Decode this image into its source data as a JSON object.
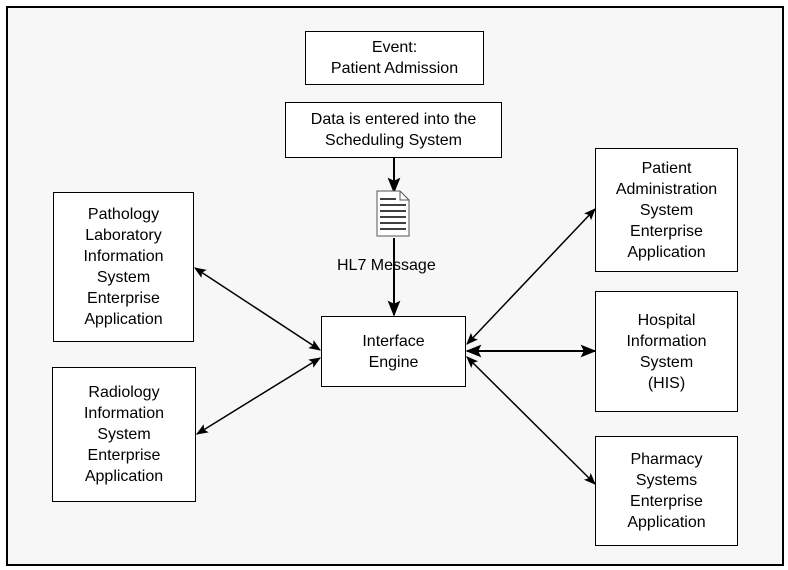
{
  "diagram": {
    "title": "HL7 message flow for Patient Admission event",
    "nodes": {
      "event": {
        "text": "Event:\nPatient Admission"
      },
      "scheduling": {
        "text": "Data is entered into the\nScheduling System"
      },
      "interface_engine": {
        "text": "Interface\nEngine"
      },
      "pathology": {
        "text": "Pathology\nLaboratory\nInformation\nSystem\nEnterprise\nApplication"
      },
      "radiology": {
        "text": "Radiology\nInformation\nSystem\nEnterprise\nApplication"
      },
      "patient_admin": {
        "text": "Patient\nAdministration\nSystem\nEnterprise\nApplication"
      },
      "his": {
        "text": "Hospital\nInformation\nSystem\n(HIS)"
      },
      "pharmacy": {
        "text": "Pharmacy\nSystems\nEnterprise\nApplication"
      }
    },
    "message_label": "HL7 Message",
    "message_icon": "document-icon",
    "edges": [
      {
        "from": "scheduling",
        "to": "hl7-message",
        "type": "one-way"
      },
      {
        "from": "hl7-message",
        "to": "interface_engine",
        "type": "one-way"
      },
      {
        "from": "pathology",
        "to": "interface_engine",
        "type": "bidirectional"
      },
      {
        "from": "radiology",
        "to": "interface_engine",
        "type": "bidirectional"
      },
      {
        "from": "interface_engine",
        "to": "patient_admin",
        "type": "bidirectional"
      },
      {
        "from": "interface_engine",
        "to": "his",
        "type": "bidirectional"
      },
      {
        "from": "interface_engine",
        "to": "pharmacy",
        "type": "bidirectional"
      }
    ]
  }
}
